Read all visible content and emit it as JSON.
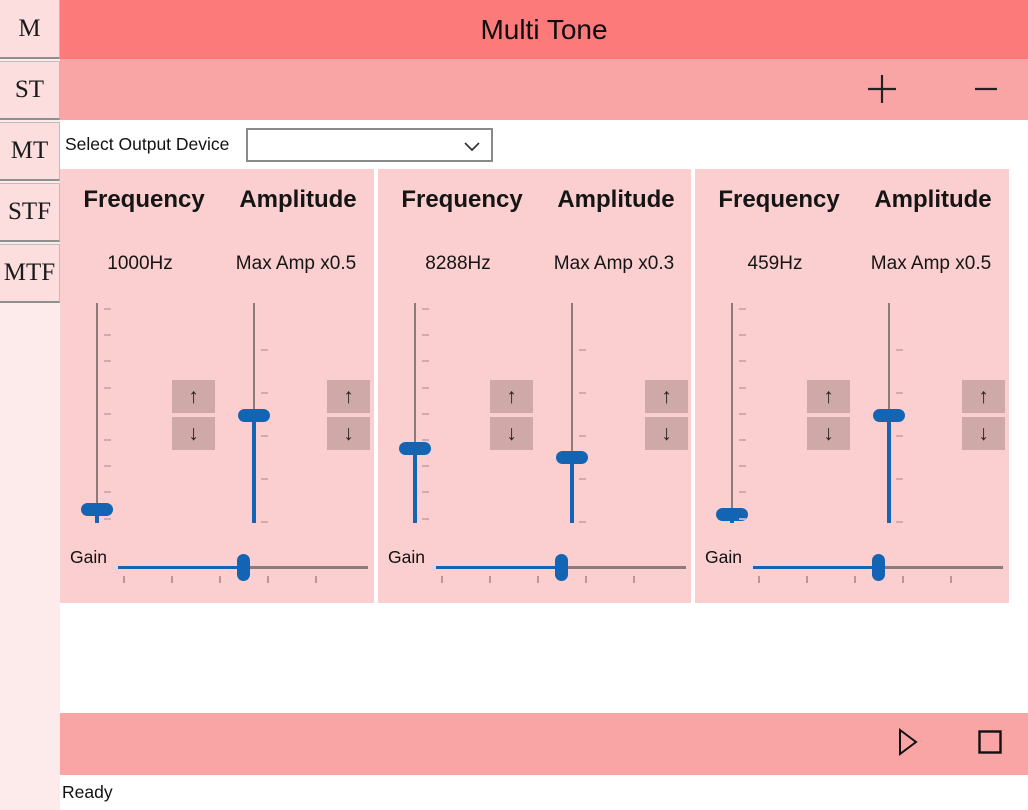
{
  "window": {
    "title": "Multi Tone"
  },
  "sidebar": {
    "tabs": [
      {
        "label": "M"
      },
      {
        "label": "ST"
      },
      {
        "label": "MT"
      },
      {
        "label": "STF"
      },
      {
        "label": "MTF"
      }
    ]
  },
  "toolbar": {
    "add_icon": "plus-icon",
    "remove_icon": "minus-icon"
  },
  "device_row": {
    "label": "Select Output Device",
    "selected_value": "",
    "dropdown_icon": "chevron-down-icon"
  },
  "tone_panels": [
    {
      "frequency_header": "Frequency",
      "amplitude_header": "Amplitude",
      "frequency_value": "1000Hz",
      "amplitude_value": "Max Amp x0.5",
      "frequency_slider_percent": 6,
      "amplitude_slider_percent": 49,
      "gain_label": "Gain",
      "gain_slider_percent": 50
    },
    {
      "frequency_header": "Frequency",
      "amplitude_header": "Amplitude",
      "frequency_value": "8288Hz",
      "amplitude_value": "Max Amp x0.3",
      "frequency_slider_percent": 34,
      "amplitude_slider_percent": 30,
      "gain_label": "Gain",
      "gain_slider_percent": 50
    },
    {
      "frequency_header": "Frequency",
      "amplitude_header": "Amplitude",
      "frequency_value": "459Hz",
      "amplitude_value": "Max Amp x0.5",
      "frequency_slider_percent": 4,
      "amplitude_slider_percent": 49,
      "gain_label": "Gain",
      "gain_slider_percent": 50
    }
  ],
  "spin_icons": {
    "up": "↑",
    "down": "↓"
  },
  "transport": {
    "play_icon": "play-icon",
    "stop_icon": "stop-icon"
  },
  "status_bar": {
    "text": "Ready"
  },
  "colors": {
    "title_bar": "#fc7a7a",
    "toolbar": "#faa5a5",
    "panel": "#fbcfcf",
    "sidebar": "#fdeaea",
    "sidebar_tab": "#fcdede",
    "accent_blue": "#1464b4",
    "spin_button": "#cfa8a8"
  }
}
